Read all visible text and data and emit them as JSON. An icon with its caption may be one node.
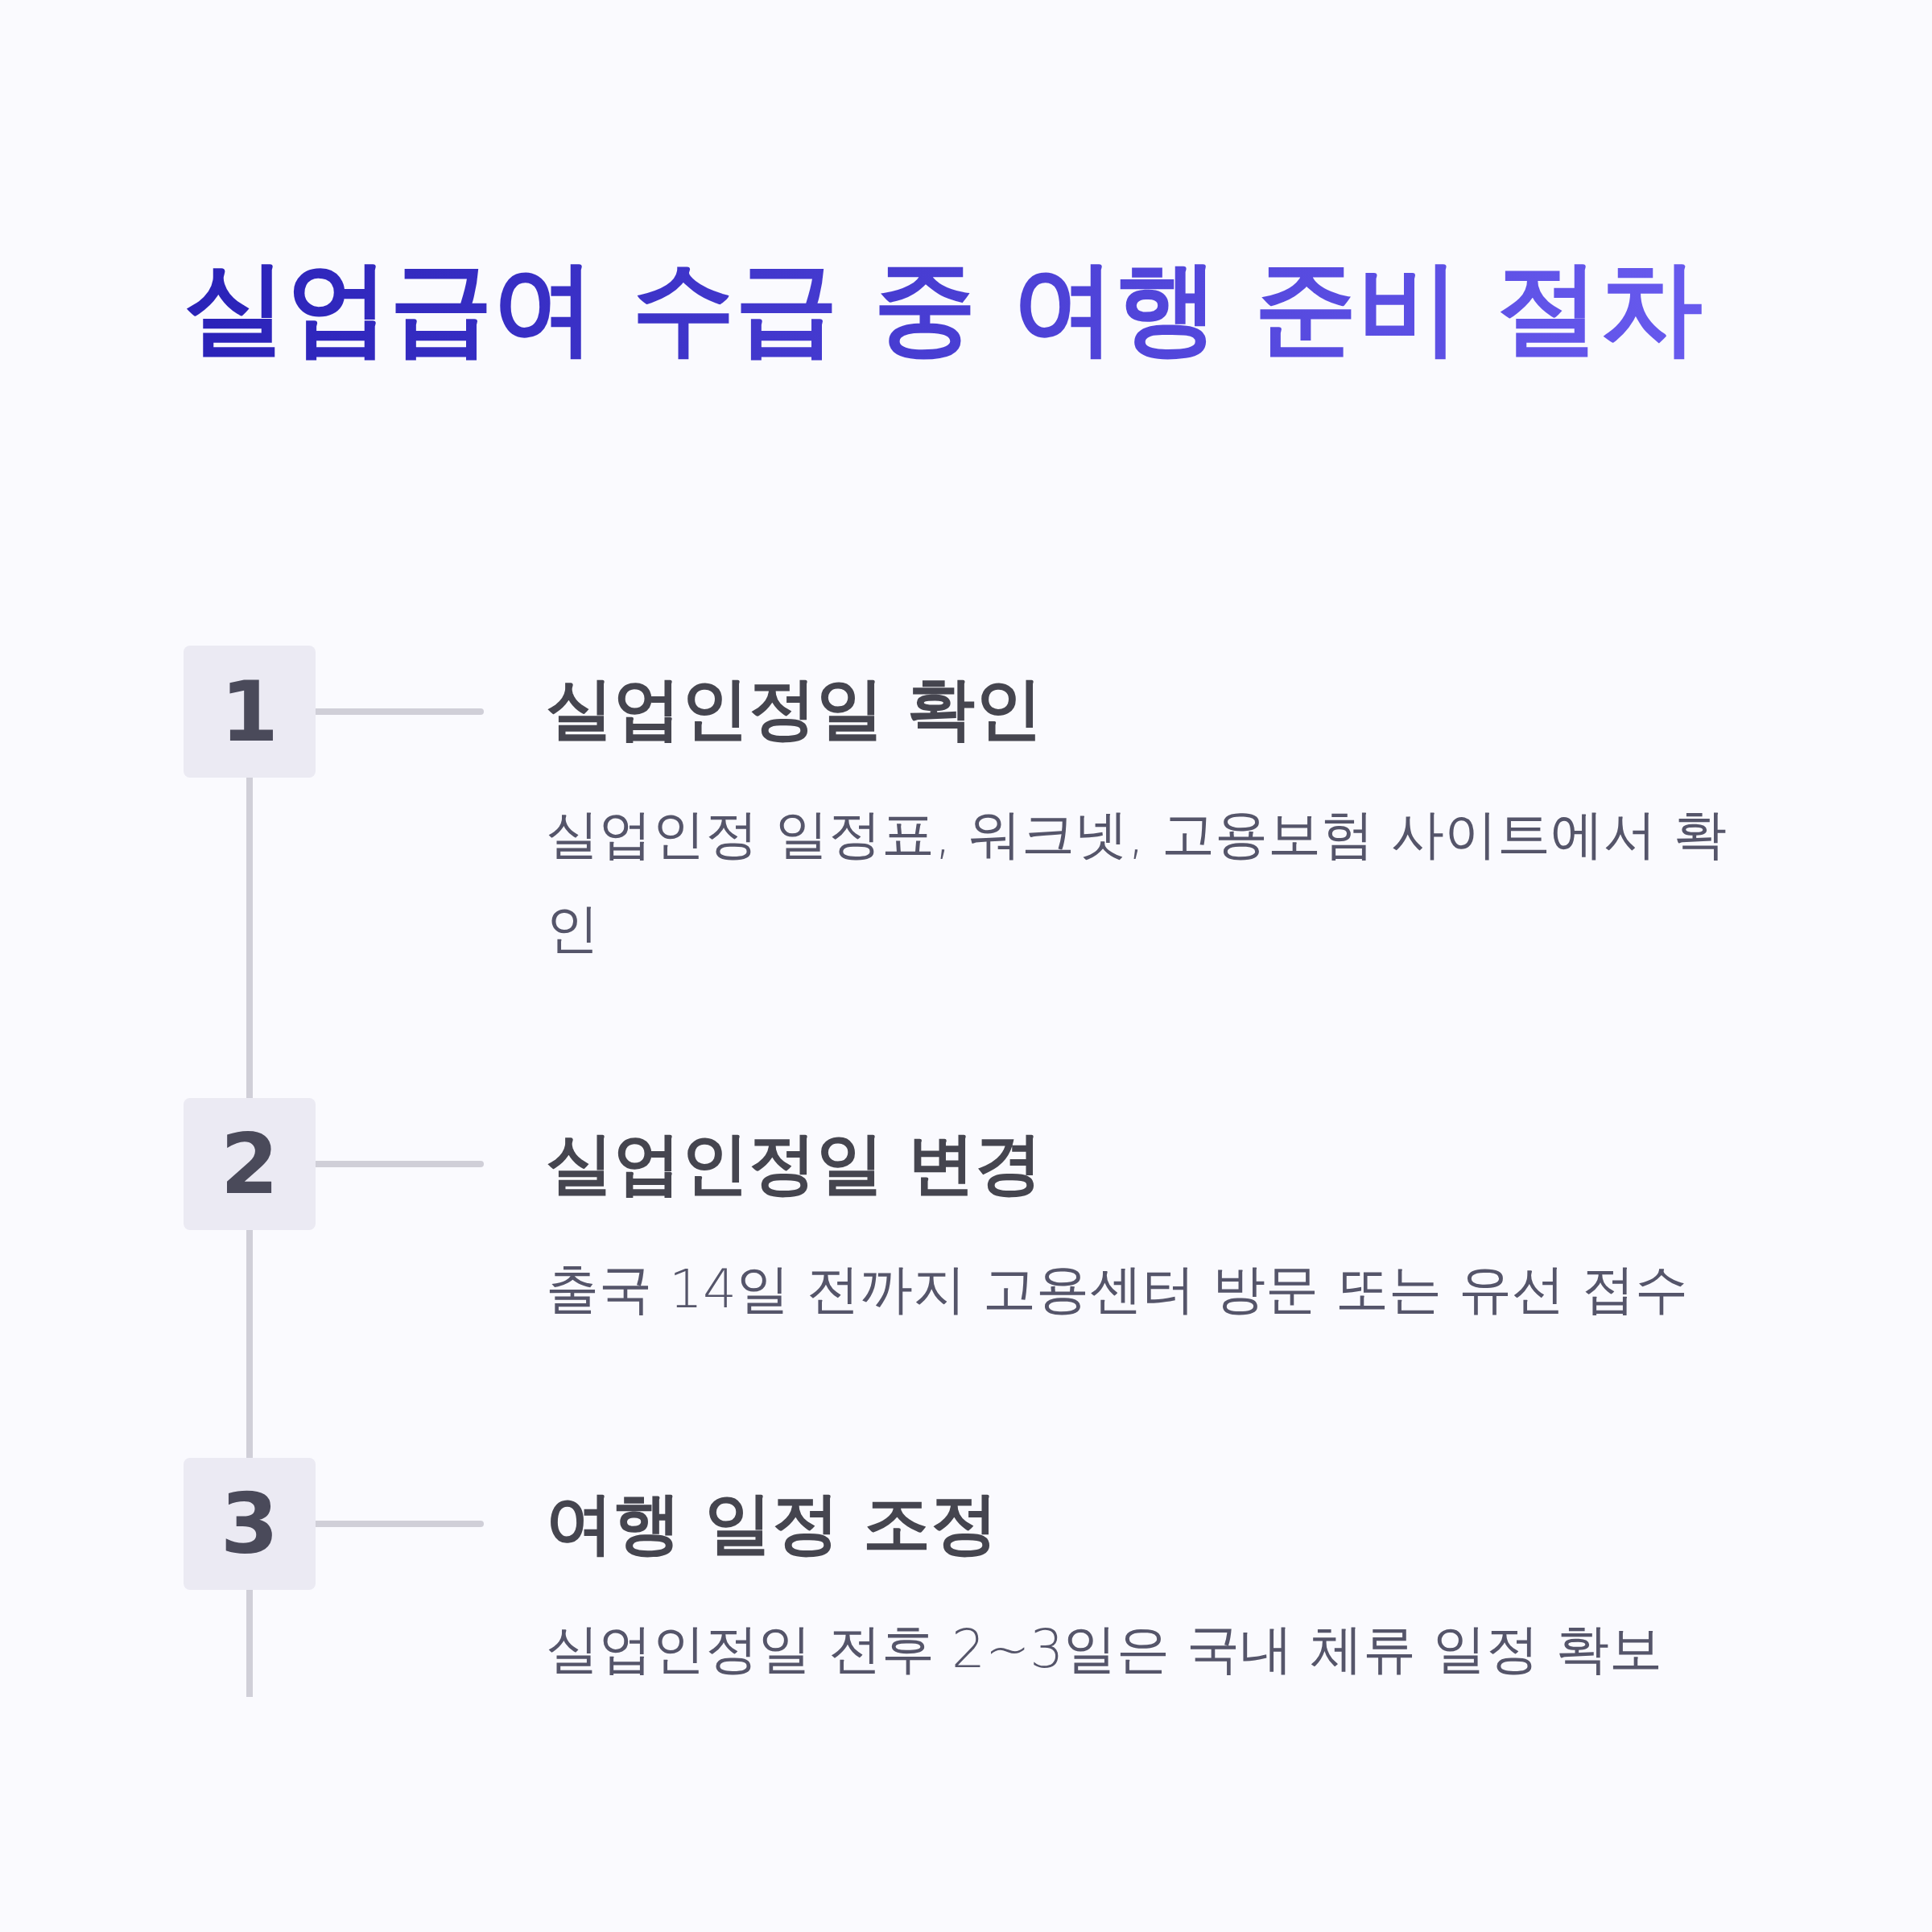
{
  "diagram": {
    "title": "실업급여 수급 중 여행 준비 절차",
    "nodes": [
      {
        "text": [
          "1"
        ]
      },
      {
        "text": [
          "실업인정일 확인",
          "실업인정 일정표, 워크넷, 고용보험 사이트에서 확인"
        ]
      },
      {
        "text": [
          "2"
        ]
      },
      {
        "text": [
          "실업인정일 변경",
          "출국 14일 전까지 고용센터 방문 또는 유선 접수"
        ]
      },
      {
        "text": [
          "3"
        ]
      },
      {
        "text": [
          "여행 일정 조정",
          "실업인정일 전후 2~3일은 국내 체류 일정 확보"
        ]
      }
    ],
    "edges": [
      {
        "from": 0,
        "to": 1,
        "arrow": "none"
      },
      {
        "from": 2,
        "to": 3,
        "arrow": "none"
      },
      {
        "from": 4,
        "to": 5,
        "arrow": "none"
      },
      {
        "from": 0,
        "to": 2,
        "arrow": "none"
      },
      {
        "from": 2,
        "to": 4,
        "arrow": "none"
      },
      {
        "from": 4,
        "to": null,
        "arrow": "none"
      }
    ]
  }
}
